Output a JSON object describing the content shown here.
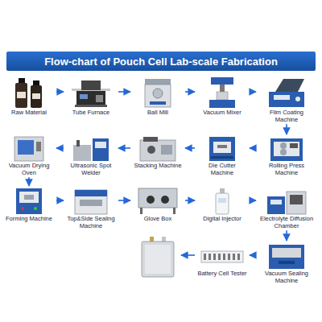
{
  "diagram": {
    "title": "Flow-chart of Pouch Cell Lab-scale Fabrication",
    "nodes": [
      {
        "text": [
          "Raw Material"
        ]
      },
      {
        "text": [
          "Tube Furnace"
        ]
      },
      {
        "text": [
          "Ball Mill"
        ]
      },
      {
        "text": [
          "Vacuum Mixer"
        ]
      },
      {
        "text": [
          "Film Coating Machine"
        ]
      },
      {
        "text": [
          "Rolling Press Machine"
        ]
      },
      {
        "text": [
          "Die Cutter Machine"
        ]
      },
      {
        "text": [
          "Stacking Machine"
        ]
      },
      {
        "text": [
          "Ultrasonic Spot Welder"
        ]
      },
      {
        "text": [
          "Vacuum Drying Oven"
        ]
      },
      {
        "text": [
          "Forming Machine"
        ]
      },
      {
        "text": [
          "Top&Side Sealing Machine"
        ]
      },
      {
        "text": [
          "Glove Box"
        ]
      },
      {
        "text": [
          "Digital Injector"
        ]
      },
      {
        "text": [
          "Electrolyte Diffusion Chamber"
        ]
      },
      {
        "text": [
          "Vacuum Sealing Machine"
        ]
      },
      {
        "text": [
          "Battery Cell Tester"
        ]
      }
    ],
    "edges": [
      {
        "from": 0,
        "to": 1,
        "arrow": "to"
      },
      {
        "from": 1,
        "to": 2,
        "arrow": "to"
      },
      {
        "from": 2,
        "to": 3,
        "arrow": "to"
      },
      {
        "from": 3,
        "to": 4,
        "arrow": "to"
      },
      {
        "from": 4,
        "to": 5,
        "arrow": "to"
      },
      {
        "from": 5,
        "to": 6,
        "arrow": "to"
      },
      {
        "from": 6,
        "to": 7,
        "arrow": "to"
      },
      {
        "from": 7,
        "to": 8,
        "arrow": "to"
      },
      {
        "from": 8,
        "to": 9,
        "arrow": "to"
      },
      {
        "from": 9,
        "to": 10,
        "arrow": "to"
      },
      {
        "from": 10,
        "to": 11,
        "arrow": "to"
      },
      {
        "from": 11,
        "to": 12,
        "arrow": "to"
      },
      {
        "from": 12,
        "to": 13,
        "arrow": "to"
      },
      {
        "from": 13,
        "to": 14,
        "arrow": "to"
      },
      {
        "from": 14,
        "to": 15,
        "arrow": "to"
      },
      {
        "from": 15,
        "to": 16,
        "arrow": "to"
      }
    ]
  }
}
